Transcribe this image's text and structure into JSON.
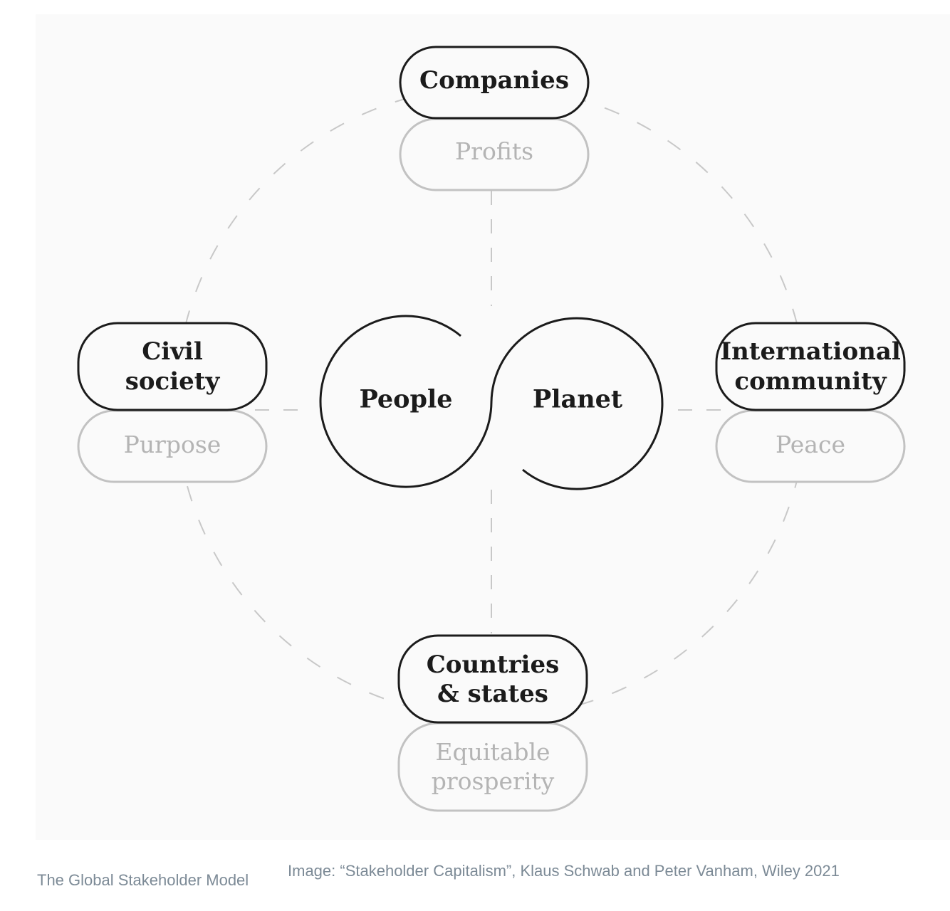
{
  "stakeholders": {
    "companies": {
      "label": "Companies",
      "goal": "Profits"
    },
    "civil_society": {
      "label_lines": [
        "Civil",
        "society"
      ],
      "goal": "Purpose"
    },
    "international_community": {
      "label_lines": [
        "International",
        "community"
      ],
      "goal": "Peace"
    },
    "countries_states": {
      "label_lines": [
        "Countries",
        "& states"
      ],
      "goal_lines": [
        "Equitable",
        "prosperity"
      ]
    }
  },
  "center": {
    "left": "People",
    "right": "Planet"
  },
  "captions": {
    "title": "The Global Stakeholder Model",
    "source": "Image: “Stakeholder Capitalism”, Klaus Schwab and Peter Vanham, Wiley 2021"
  },
  "colors": {
    "primary_stroke": "#1b1b1b",
    "secondary_stroke": "#c2c2c2",
    "dashed_line": "#c8c8c8",
    "caption_text": "#7c8a96"
  }
}
